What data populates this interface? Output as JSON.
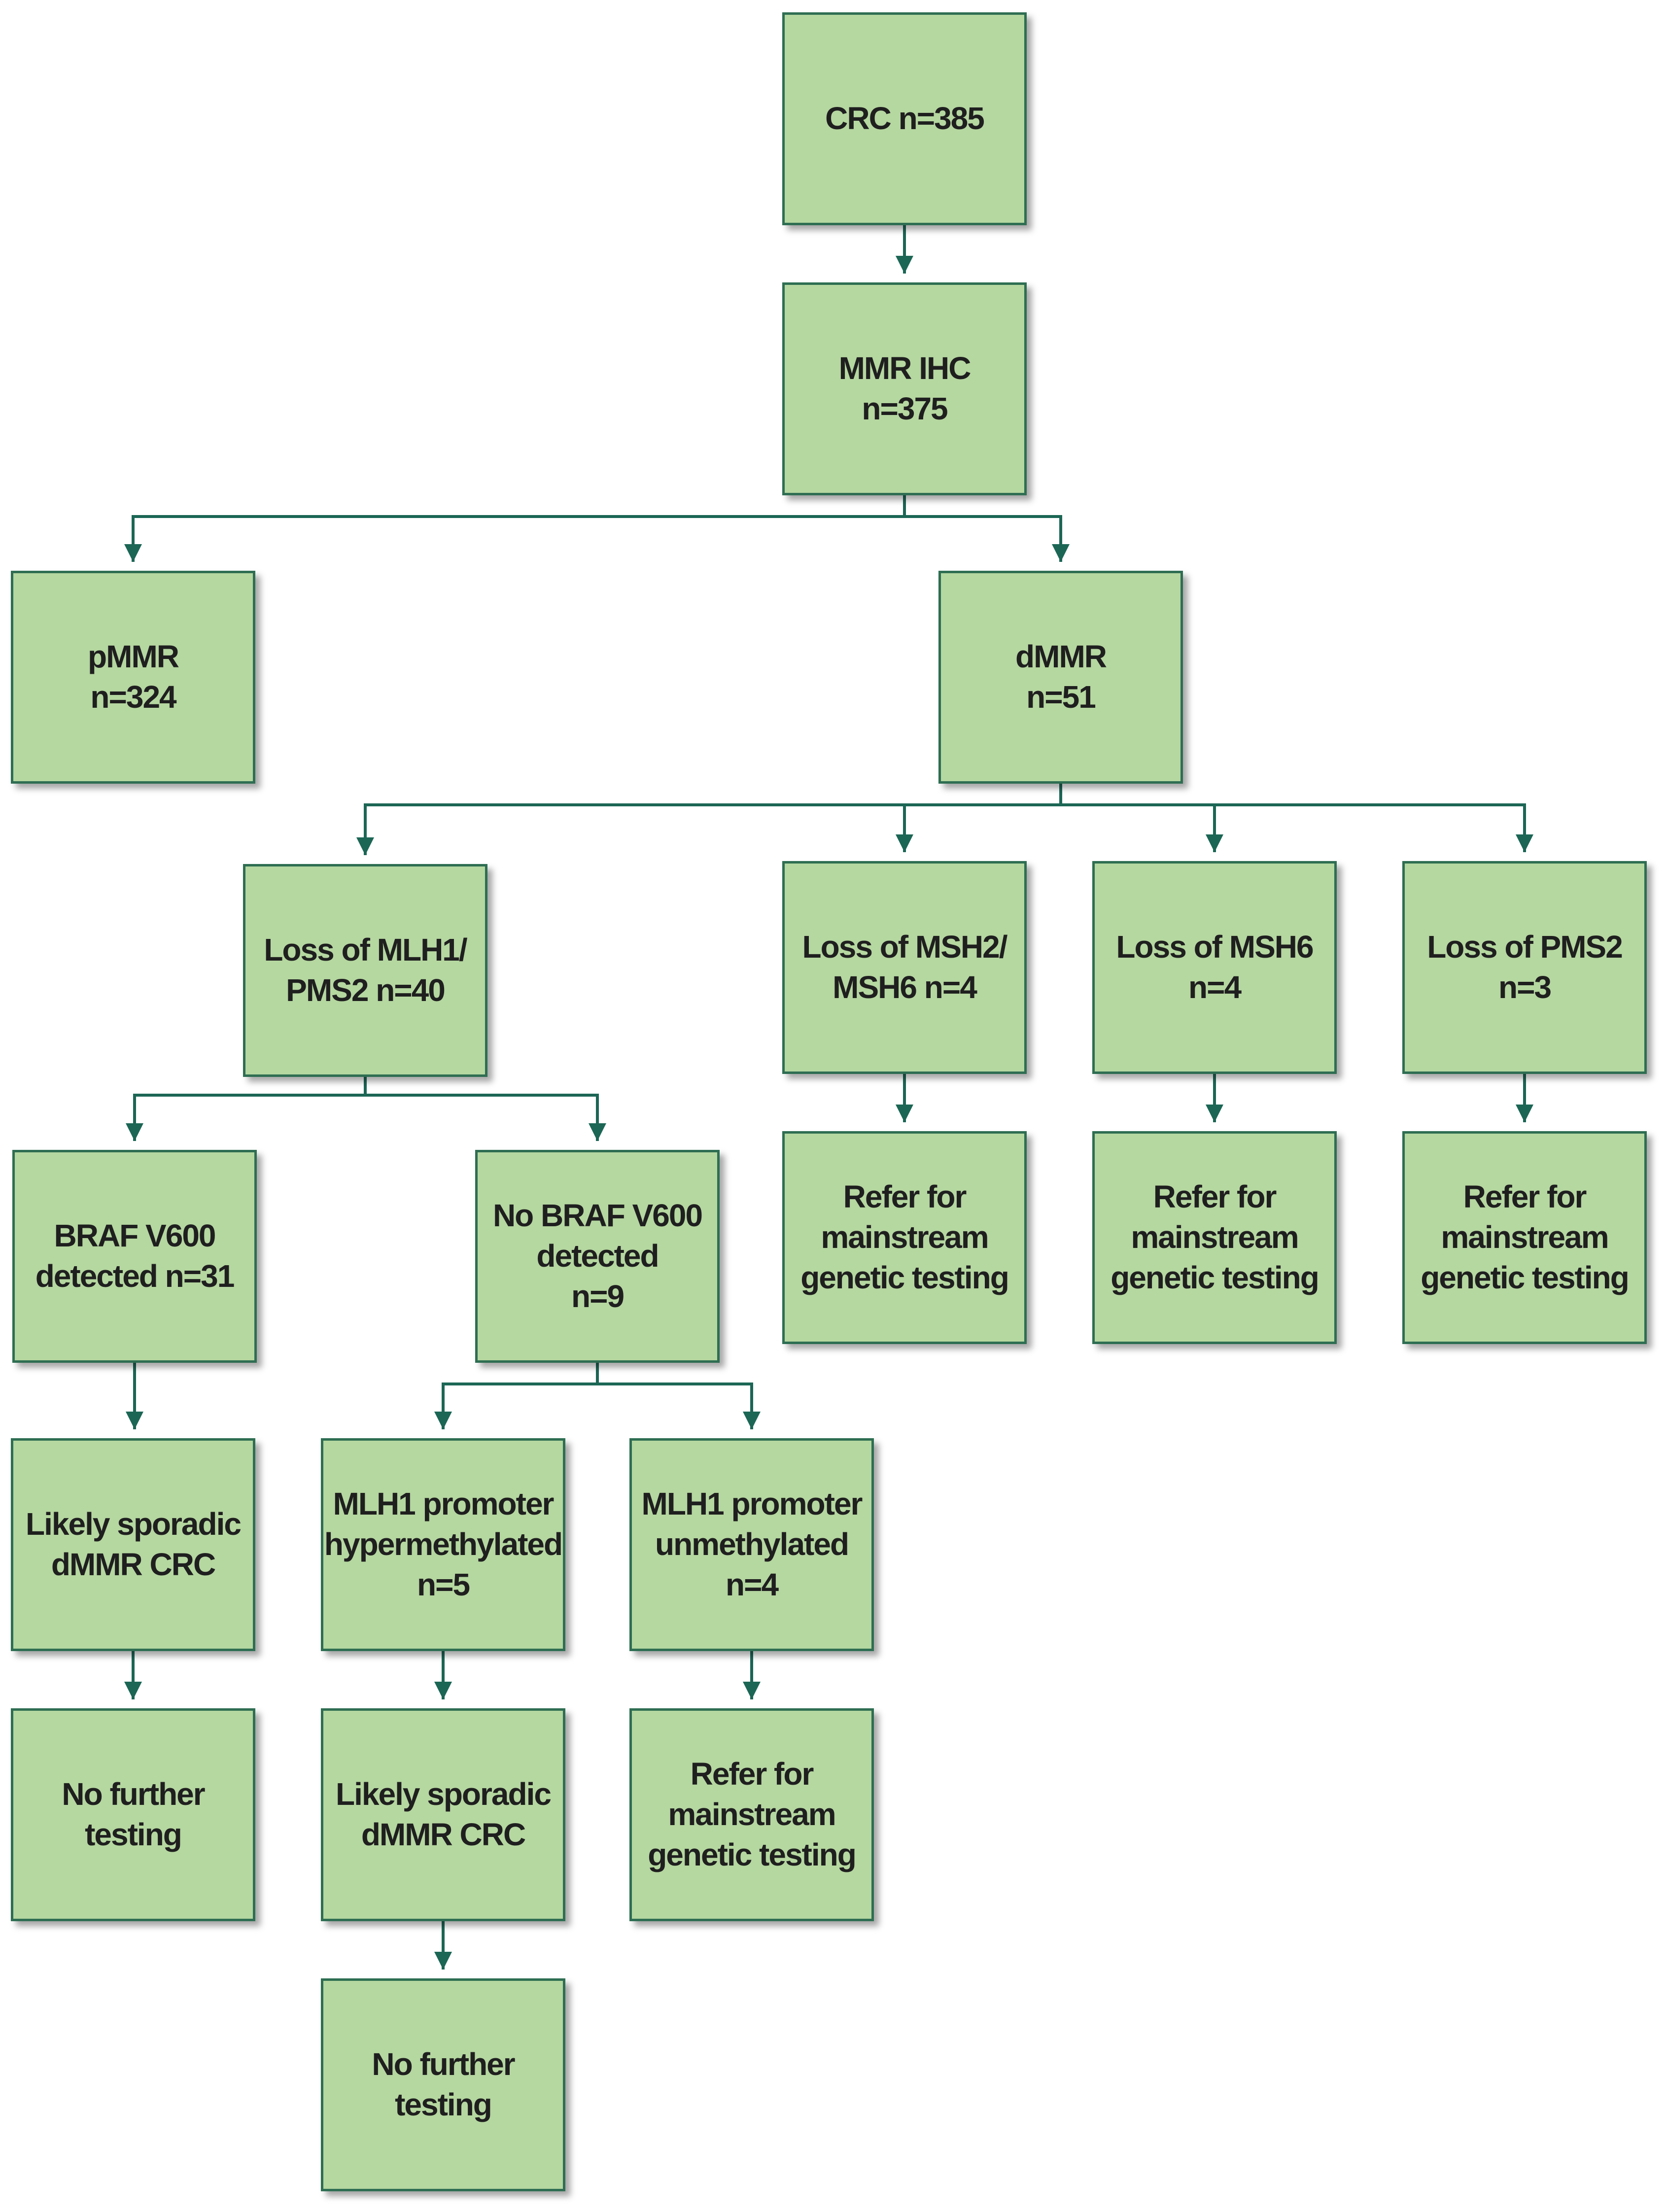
{
  "colors": {
    "box_fill": "#b5d7a0",
    "box_border": "#2e6e52",
    "connector": "#1c6655"
  },
  "nodes": {
    "crc": "CRC n=385",
    "mmr_ihc": "MMR IHC n=375",
    "pmmr": "pMMR\nn=324",
    "dmmr": "dMMR\nn=51",
    "loss_mlh1": "Loss of MLH1/\nPMS2 n=40",
    "loss_msh2": "Loss of MSH2/\nMSH6 n=4",
    "loss_msh6": "Loss of MSH6\nn=4",
    "loss_pms2": "Loss of PMS2\nn=3",
    "refer_msh2": "Refer for\nmainstream\ngenetic testing",
    "refer_msh6": "Refer for\nmainstream\ngenetic testing",
    "refer_pms2": "Refer for\nmainstream\ngenetic testing",
    "braf": "BRAF V600\ndetected n=31",
    "no_braf": "No BRAF V600\ndetected\nn=9",
    "sporadic_1": "Likely sporadic\ndMMR CRC",
    "hyper": "MLH1 promoter\nhypermethylated\nn=5",
    "unmeth": "MLH1 promoter\nunmethylated\nn=4",
    "no_further_1": "No further\ntesting",
    "sporadic_2": "Likely sporadic\ndMMR CRC",
    "refer_unmeth": "Refer for\nmainstream\ngenetic testing",
    "no_further_2": "No further\ntesting"
  }
}
